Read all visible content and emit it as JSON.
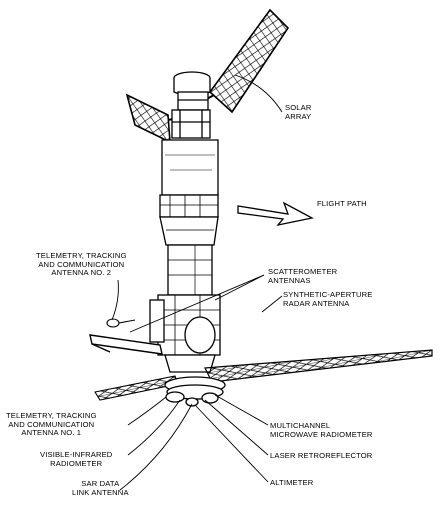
{
  "labels": {
    "solar_array": "SOLAR\nARRAY",
    "flight_path": "FLIGHT PATH",
    "ttc_antenna_2": "TELEMETRY, TRACKING\nAND COMMUNICATION\nANTENNA No. 2",
    "scatterometer": "SCATTEROMETER\nANTENNAS",
    "sar_antenna": "SYNTHETIC-APERTURE\nRADAR ANTENNA",
    "ttc_antenna_1": "TELEMETRY, TRACKING\nAND COMMUNICATION\nANTENNA No. 1",
    "visible_infrared": "VISIBLE-INFRARED\nRADIOMETER",
    "sar_data_link": "SAR DATA\nLINK ANTENNA",
    "microwave_radiometer": "MULTICHANNEL\nMICROWAVE RADIOMETER",
    "laser_retroreflector": "LASER RETROREFLECTOR",
    "altimeter": "ALTIMETER"
  }
}
